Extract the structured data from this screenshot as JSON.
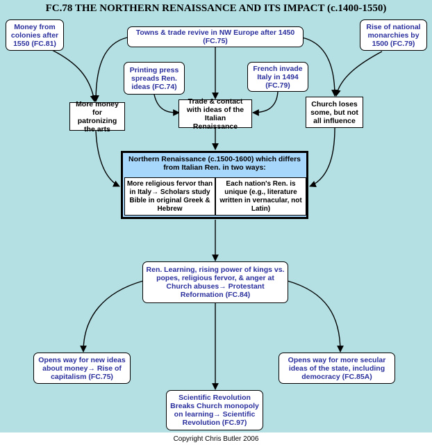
{
  "title": "FC.78 THE NORTHERN RENAISSANCE AND ITS IMPACT (c.1400-1550)",
  "boxes": {
    "money_colonies": "Money from colonies after 1550 (FC.81)",
    "towns_trade": "Towns & trade revive in NW Europe after 1450 (FC.75)",
    "national_monarchies": "Rise of national monarchies by 1500 (FC.79)",
    "printing_press": "Printing press spreads Ren. ideas (FC.74)",
    "french_invade": "French invade Italy in 1494 (FC.79)",
    "more_money_arts": "More money for patronizing the arts",
    "trade_contact": "Trade & contact with ideas of the Italian Renaissance",
    "church_loses": "Church loses some, but not all influence",
    "ren_learning": "Ren. Learning, rising power of kings vs. popes, religious fervor, & anger at Church abuses→ Protestant Reformation (FC.84)",
    "capitalism": "Opens way for new ideas about money→ Rise of capitalism (FC.75)",
    "secular_state": "Opens way for more secular ideas of the state, including democracy (FC.85A)",
    "scientific_revolution": "Scientific Revolution Breaks Church monopoly on learning→ Scientific Revolution (FC.97)"
  },
  "central": {
    "heading": "Northern Renaissance (c.1500-1600) which differs from Italian Ren. in two ways:",
    "left_cell": "More religious fervor than in Italy→ Scholars study Bible in original Greek & Hebrew",
    "right_cell": "Each nation's Ren. is unique (e.g., literature written in vernacular, not Latin)"
  },
  "colors": {
    "background": "#b4e0e4",
    "central_fill": "#a8d7fc",
    "link_text": "#2a2f9c"
  },
  "copyright": "Copyright Chris Butler 2006"
}
